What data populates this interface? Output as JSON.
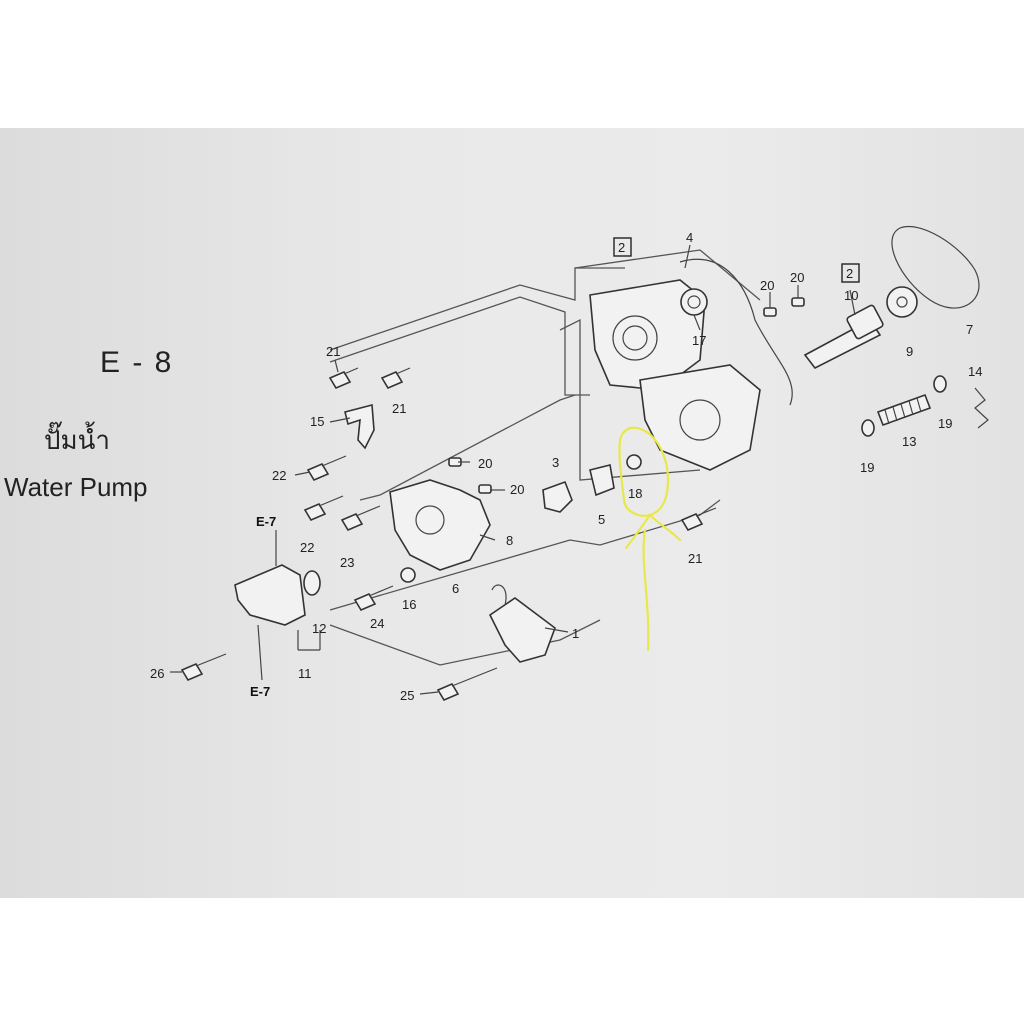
{
  "diagram": {
    "section_code": "E - 8",
    "title_thai": "ปั๊มน้ำ",
    "title_en": "Water Pump",
    "reference_labels": [
      "E-7",
      "E-7"
    ],
    "boxed_callouts": [
      "2",
      "2"
    ],
    "callouts": [
      "4",
      "20",
      "20",
      "10",
      "7",
      "17",
      "9",
      "21",
      "21",
      "15",
      "14",
      "19",
      "13",
      "19",
      "22",
      "20",
      "20",
      "3",
      "18",
      "5",
      "8",
      "22",
      "23",
      "21",
      "12",
      "16",
      "6",
      "24",
      "1",
      "11",
      "26",
      "25"
    ],
    "highlight_color": "#e8e84a"
  }
}
